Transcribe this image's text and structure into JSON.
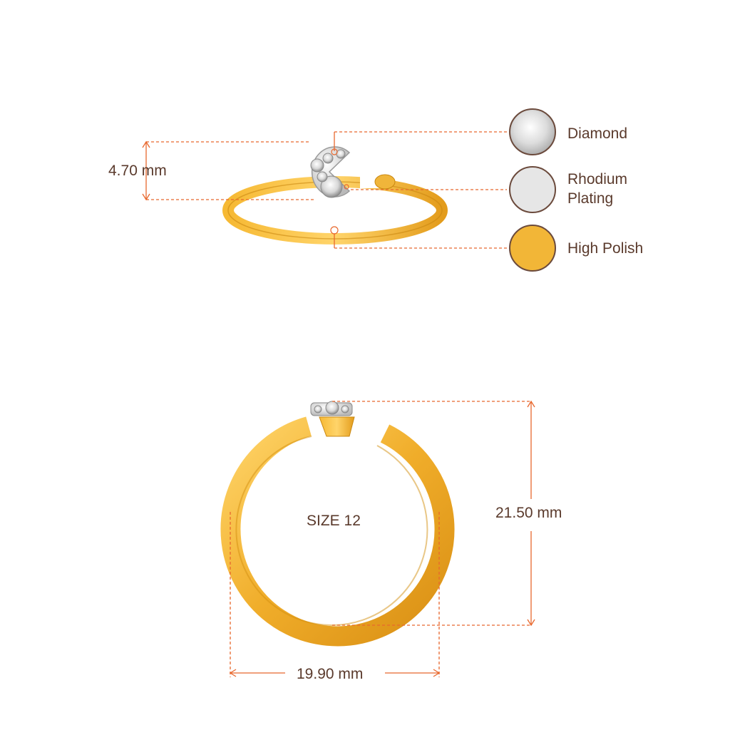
{
  "colors": {
    "dimension_line": "#e8682e",
    "text": "#5a3a2c",
    "gold": "#f2b637",
    "rhodium": "#e6e6e6"
  },
  "top_view": {
    "height_label": "4.70 mm"
  },
  "legend": [
    {
      "icon": "diamond-swatch-icon",
      "label_line1": "Diamond",
      "label_line2": ""
    },
    {
      "icon": "rhodium-swatch-icon",
      "label_line1": "Rhodium",
      "label_line2": "Plating"
    },
    {
      "icon": "gold-swatch-icon",
      "label_line1": "High Polish",
      "label_line2": ""
    }
  ],
  "front_view": {
    "size_label": "SIZE 12",
    "height_label": "21.50 mm",
    "width_label": "19.90 mm"
  }
}
